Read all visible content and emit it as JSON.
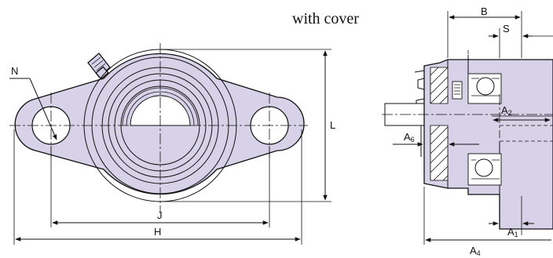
{
  "diagram": {
    "caption": "with cover",
    "front_view": {
      "labels": {
        "N": "N",
        "J": "J",
        "H": "H",
        "L": "L"
      }
    },
    "side_view": {
      "labels": {
        "B": "B",
        "S": "S",
        "A2_main": "A",
        "A2_sub": "2",
        "A6_main": "A",
        "A6_sub": "6",
        "A1_main": "A",
        "A1_sub": "1",
        "A4_main": "A",
        "A4_sub": "4"
      }
    },
    "colors": {
      "body": "#d8d2e8",
      "line": "#111111"
    }
  }
}
